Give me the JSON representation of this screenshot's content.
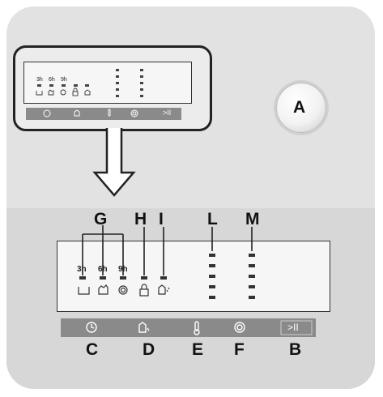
{
  "labels": {
    "a": "A",
    "b": "B",
    "c": "C",
    "d": "D",
    "e": "E",
    "f": "F",
    "g": "G",
    "h": "H",
    "i": "I",
    "l": "L",
    "m": "M"
  },
  "delay_options": [
    "3h",
    "6h",
    "9h"
  ],
  "start_pause_label": ">II",
  "icons": {
    "basin": "basin-icon",
    "hand": "hand-icon",
    "spiral": "spiral-icon",
    "lock": "lock-icon",
    "hand-drops": "hand-drops-icon",
    "clock": "clock-icon",
    "thermometer": "thermometer-icon"
  },
  "colors": {
    "panel": "#e2e2e2",
    "button_bar": "#8a8a8a",
    "display": "#f6f6f6",
    "led": "#333333"
  }
}
